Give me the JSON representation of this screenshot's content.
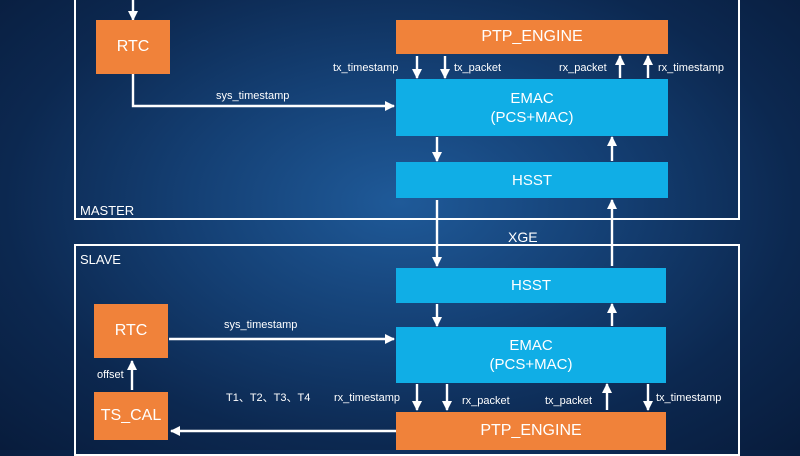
{
  "master": {
    "label": "MASTER",
    "rtc": "RTC",
    "ptp_engine": "PTP_ENGINE",
    "emac_line1": "EMAC",
    "emac_line2": "(PCS+MAC)",
    "hsst": "HSST",
    "signals": {
      "sys_timestamp": "sys_timestamp",
      "tx_timestamp": "tx_timestamp",
      "tx_packet": "tx_packet",
      "rx_packet": "rx_packet",
      "rx_timestamp": "rx_timestamp"
    }
  },
  "link_label": "XGE",
  "slave": {
    "label": "SLAVE",
    "rtc": "RTC",
    "ts_cal": "TS_CAL",
    "ptp_engine": "PTP_ENGINE",
    "emac_line1": "EMAC",
    "emac_line2": "(PCS+MAC)",
    "hsst": "HSST",
    "signals": {
      "sys_timestamp": "sys_timestamp",
      "offset": "offset",
      "t_values": "T1、T2、T3、T4",
      "rx_timestamp": "rx_timestamp",
      "rx_packet": "rx_packet",
      "tx_packet": "tx_packet",
      "tx_timestamp": "tx_timestamp"
    }
  },
  "colors": {
    "orange_block": "#f0823a",
    "blue_block": "#10aee6",
    "lines": "#ffffff"
  }
}
